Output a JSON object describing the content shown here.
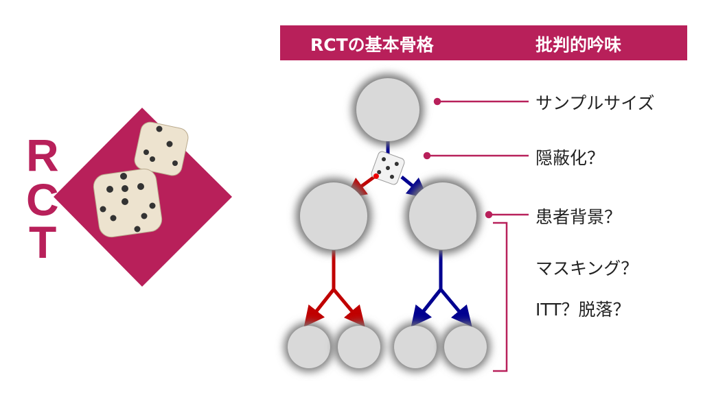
{
  "header": {
    "left_title": "RCTの基本骨格",
    "right_title": "批判的吟味"
  },
  "logo": {
    "letters": [
      "R",
      "C",
      "T"
    ]
  },
  "critique_items": [
    "サンプルサイズ",
    "隠蔽化？",
    "患者背景？",
    "マスキング？",
    "ITT？脱落？"
  ],
  "colors": {
    "accent": "#B8205A",
    "control_arm": "#C00000",
    "intervention_arm": "#000090",
    "node": "#D9D9D9"
  }
}
